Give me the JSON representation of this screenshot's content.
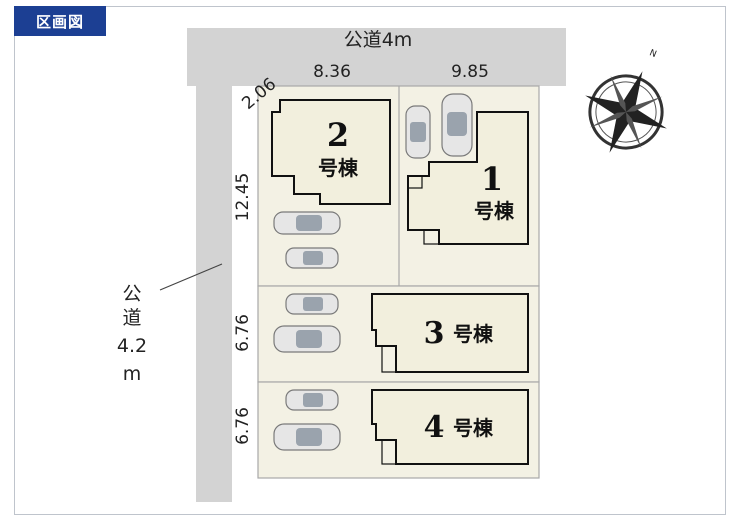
{
  "badge": "区画図",
  "roads": {
    "top": "公道4m",
    "left": [
      "公",
      "道",
      "4.2",
      "m"
    ]
  },
  "dimensions": {
    "top": [
      "2.06",
      "8.36",
      "9.85"
    ],
    "left": [
      "12.45",
      "6.76",
      "6.76"
    ]
  },
  "lots": [
    {
      "number": "1",
      "suffix": "号棟"
    },
    {
      "number": "2",
      "suffix": "号棟"
    },
    {
      "number": "3",
      "suffix": "号棟"
    },
    {
      "number": "4",
      "suffix": "号棟"
    }
  ],
  "compass": {
    "north": "N"
  },
  "colors": {
    "badge": "#1c3f93",
    "road": "#d3d3d3",
    "lot": "#f3f1e4",
    "building": "#f2efdd"
  }
}
